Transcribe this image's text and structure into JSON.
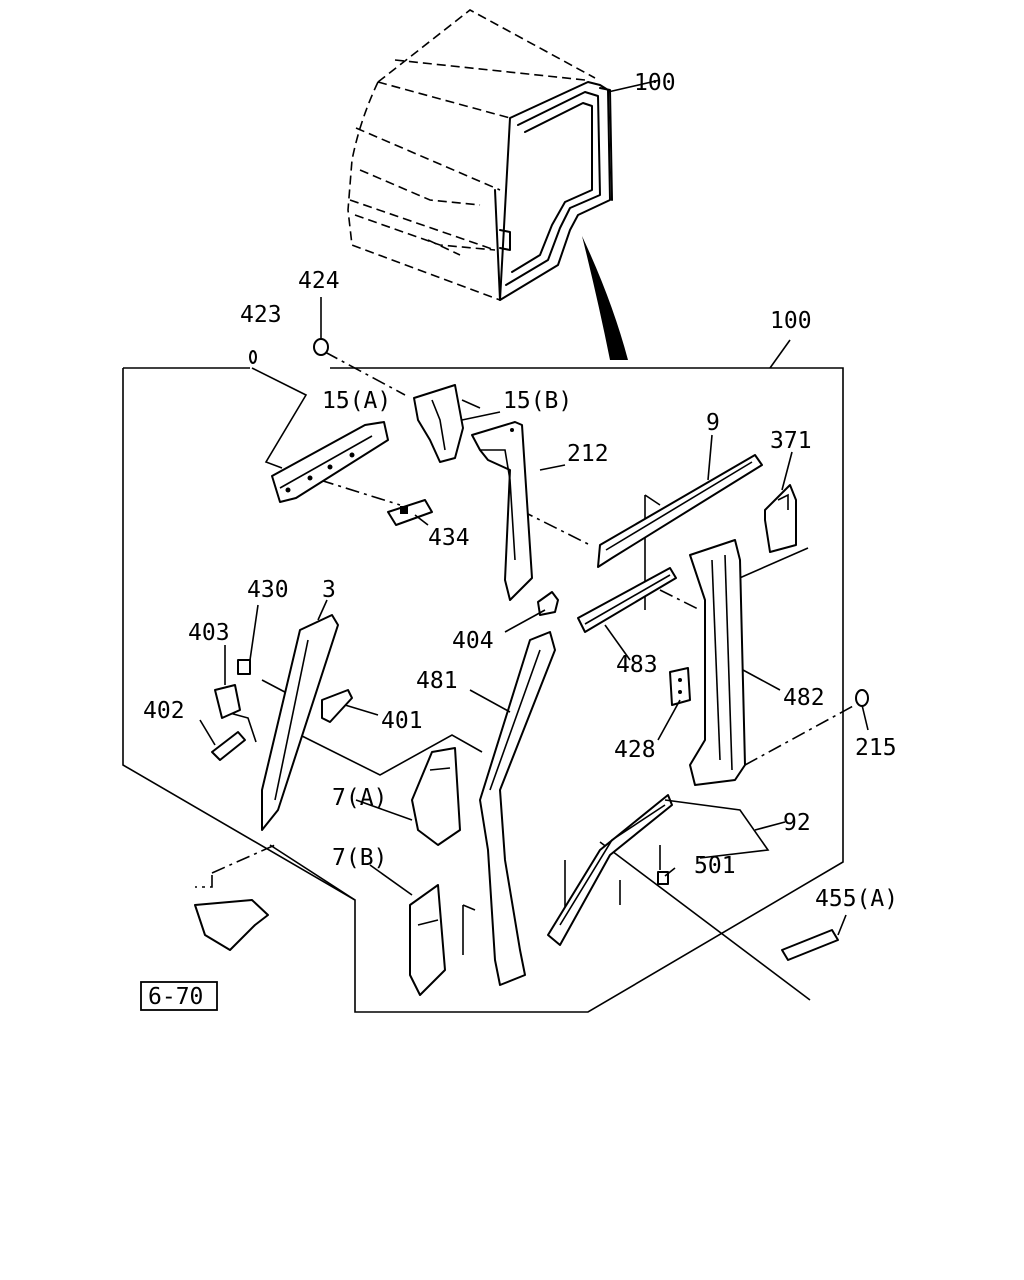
{
  "diagram": {
    "callouts": [
      {
        "id": "c100a",
        "text": "100"
      },
      {
        "id": "c424",
        "text": "424"
      },
      {
        "id": "c423",
        "text": "423"
      },
      {
        "id": "c100b",
        "text": "100"
      },
      {
        "id": "c15a",
        "text": "15(A)"
      },
      {
        "id": "c15b",
        "text": "15(B)"
      },
      {
        "id": "c212",
        "text": "212"
      },
      {
        "id": "c9",
        "text": "9"
      },
      {
        "id": "c371",
        "text": "371"
      },
      {
        "id": "c434",
        "text": "434"
      },
      {
        "id": "c430",
        "text": "430"
      },
      {
        "id": "c3",
        "text": "3"
      },
      {
        "id": "c403",
        "text": "403"
      },
      {
        "id": "c404",
        "text": "404"
      },
      {
        "id": "c483",
        "text": "483"
      },
      {
        "id": "c402",
        "text": "402"
      },
      {
        "id": "c401",
        "text": "401"
      },
      {
        "id": "c481",
        "text": "481"
      },
      {
        "id": "c482",
        "text": "482"
      },
      {
        "id": "c428",
        "text": "428"
      },
      {
        "id": "c215",
        "text": "215"
      },
      {
        "id": "c7a",
        "text": "7(A)"
      },
      {
        "id": "c92",
        "text": "92"
      },
      {
        "id": "c501",
        "text": "501"
      },
      {
        "id": "c7b",
        "text": "7(B)"
      },
      {
        "id": "c455a",
        "text": "455(A)"
      }
    ],
    "reference_box": {
      "text": "6-70"
    }
  }
}
